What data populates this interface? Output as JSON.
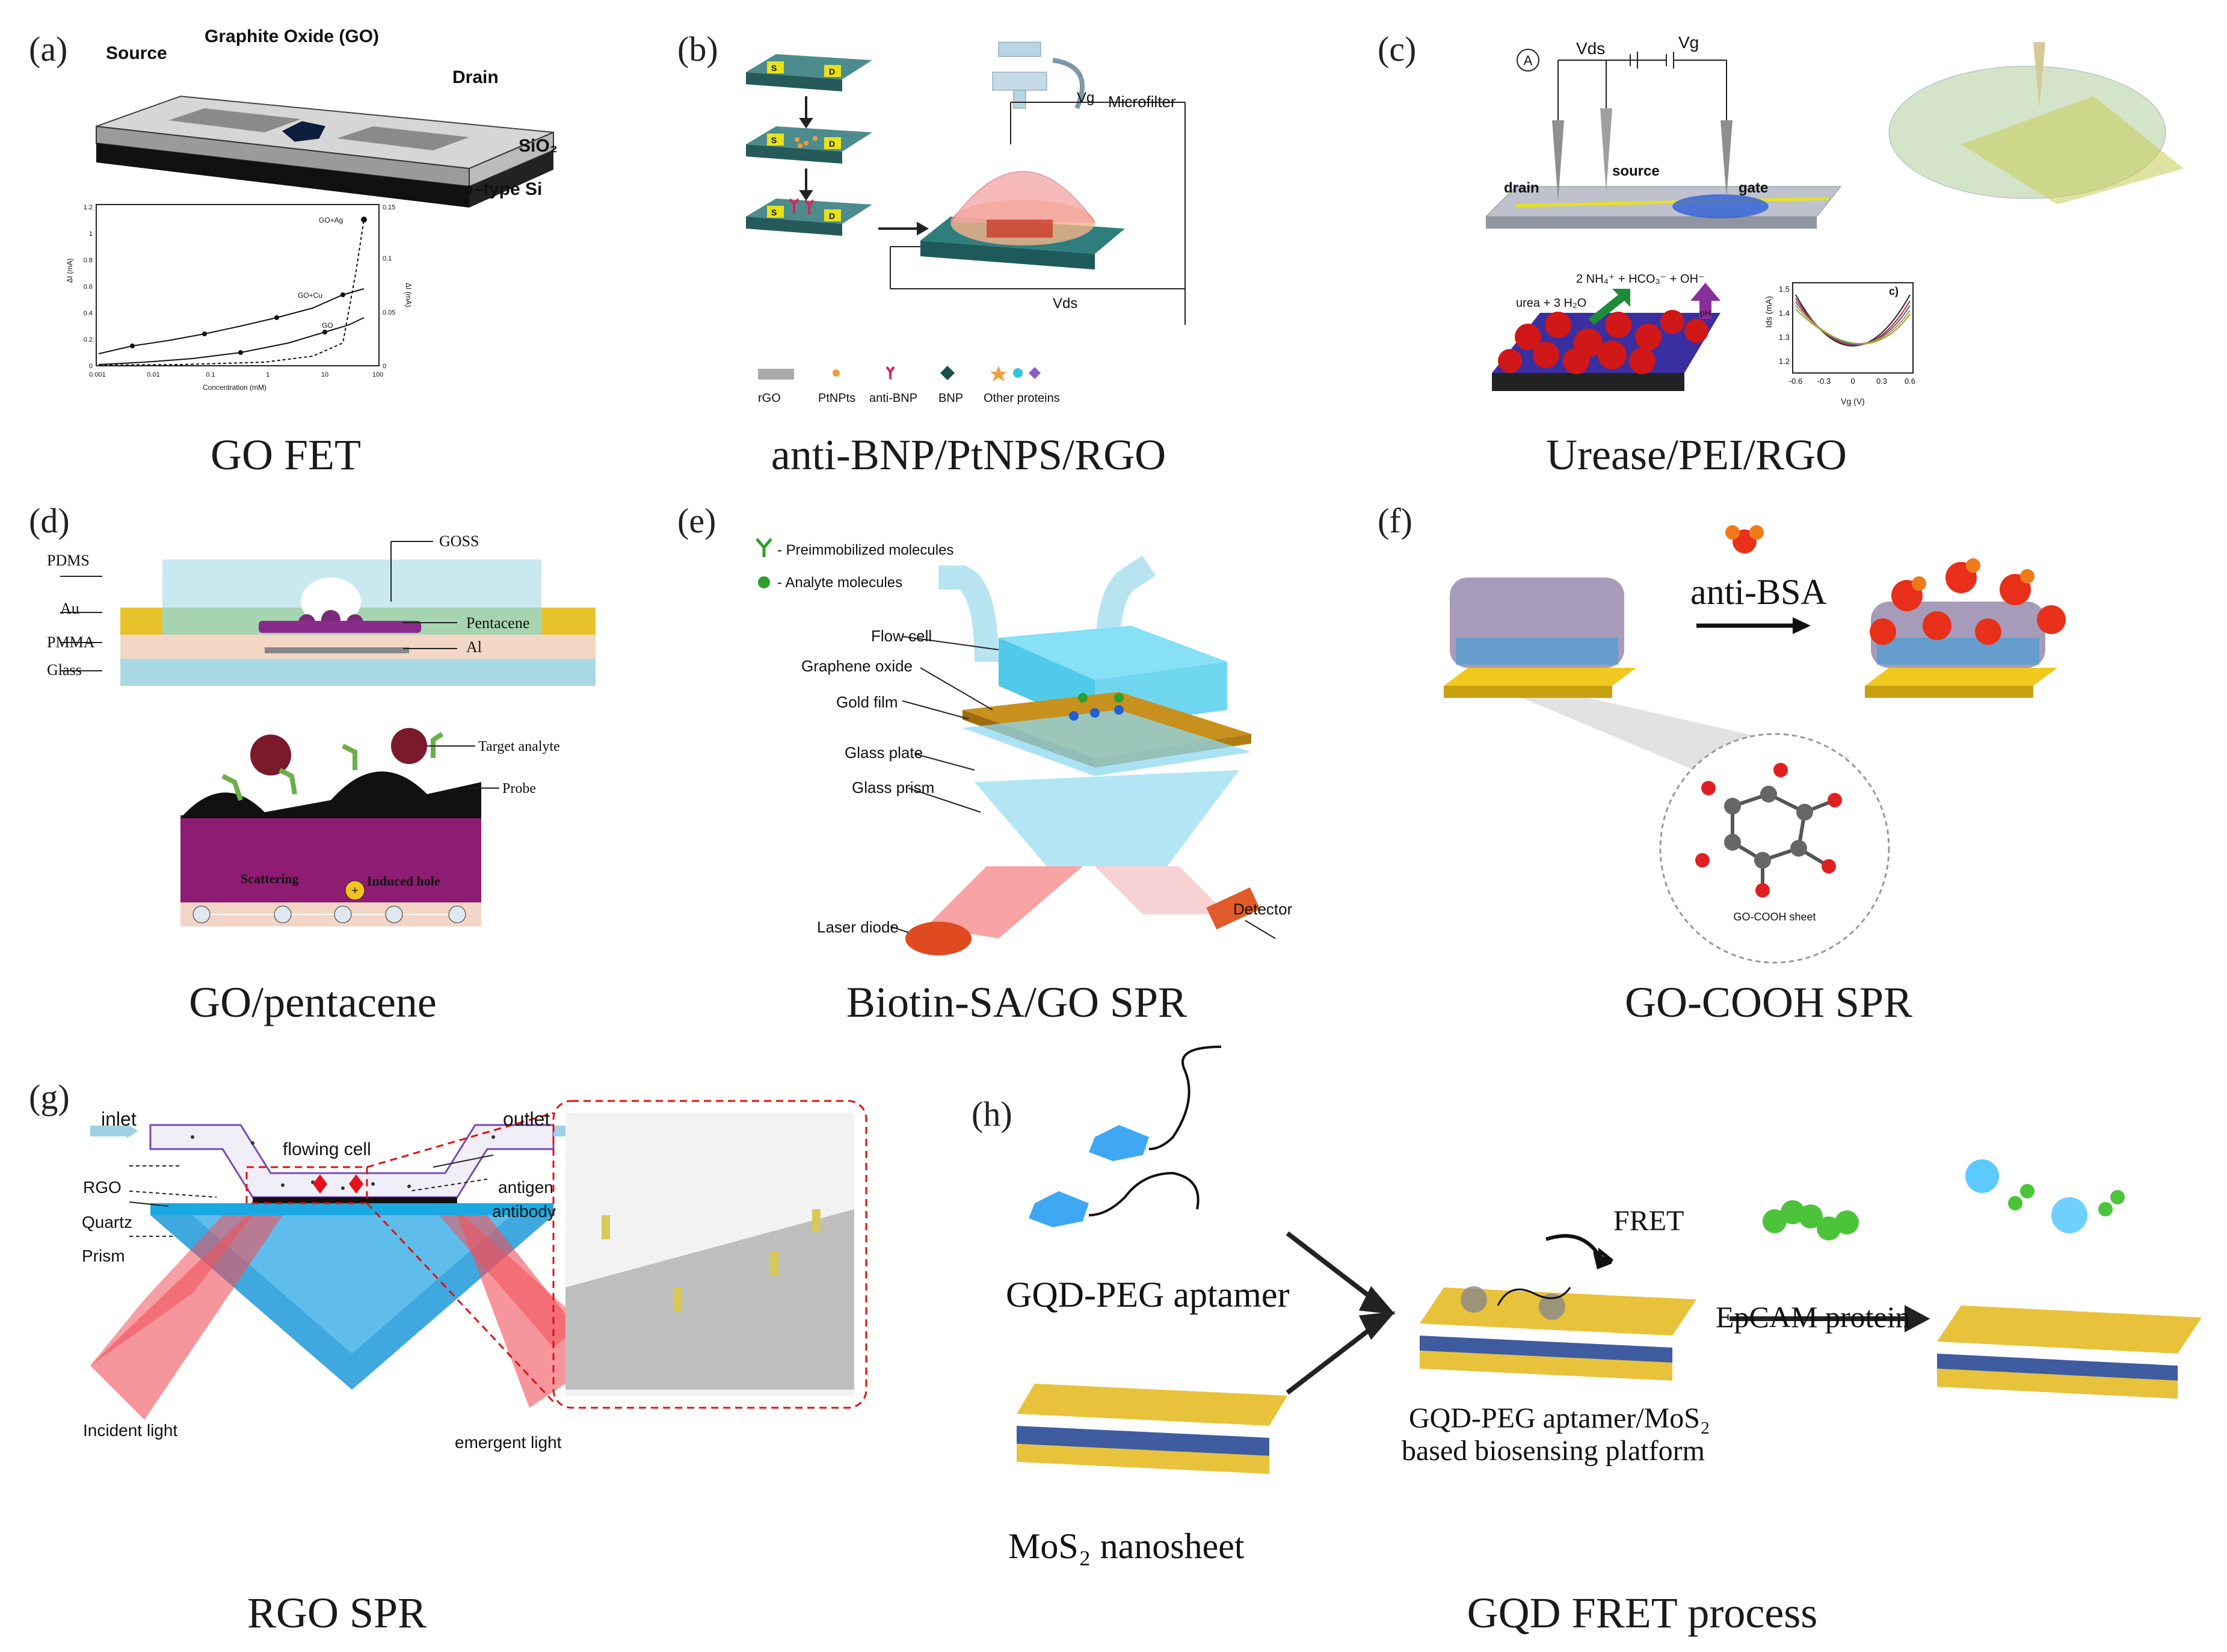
{
  "panels": {
    "a": {
      "tag": "(a)",
      "caption": "GO FET",
      "labels": {
        "source": "Source",
        "go": "Graphite Oxide (GO)",
        "drain": "Drain",
        "sio2": "SiO₂",
        "psi": "p–type Si"
      },
      "plot": {
        "xlabel": "Concentration (mM)",
        "ylabel": "ΔI (mA)",
        "ylabel2": "ΔI (mA)",
        "xticks": [
          "0.001",
          "0.01",
          "0.1",
          "1",
          "10",
          "100"
        ],
        "yticks": [
          "0",
          "0.2",
          "0.4",
          "0.6",
          "0.8",
          "1",
          "1.2"
        ],
        "y2ticks": [
          "0",
          "0.05",
          "0.1",
          "0.15"
        ],
        "curves": [
          "GO+Ag",
          "GO+Cu",
          "GO"
        ]
      }
    },
    "b": {
      "tag": "(b)",
      "caption": "anti-BNP/PtNPS/RGO",
      "labels": {
        "s": "S",
        "d": "D",
        "microfilter": "Microfilter",
        "vg": "Vg",
        "vds": "Vds"
      },
      "legend": [
        "rGO",
        "PtNPts",
        "anti-BNP",
        "BNP",
        "Other proteins"
      ]
    },
    "c": {
      "tag": "(c)",
      "caption": "Urease/PEI/RGO",
      "labels": {
        "vds": "Vds",
        "vg": "Vg",
        "a": "A",
        "drain": "drain",
        "source": "source",
        "gate": "gate",
        "reaction1": "2 NH₄⁺ + HCO₃⁻ + OH⁻",
        "reaction2": "urea + 3 H₂O",
        "ph": "pH",
        "inset": "c)",
        "ixlabel": "Vg (V)",
        "iylabel": "Ids (mA)"
      },
      "inset_xticks": [
        "-0.6",
        "-0.3",
        "0",
        "0.3",
        "0.6"
      ],
      "inset_yticks": [
        "1.2",
        "1.3",
        "1.4",
        "1.5"
      ]
    },
    "d": {
      "tag": "(d)",
      "caption": "GO/pentacene",
      "labels": {
        "goss": "GOSS",
        "pdms": "PDMS",
        "au": "Au",
        "pentacene": "Pentacene",
        "pmma": "PMMA",
        "al": "Al",
        "glass": "Glass",
        "target": "Target analyte",
        "probe": "Probe",
        "scattering": "Scattering",
        "hole": "Induced hole"
      }
    },
    "e": {
      "tag": "(e)",
      "caption": "Biotin-SA/GO SPR",
      "legend": [
        "- Preimmobilized molecules",
        "- Analyte molecules"
      ],
      "labels": {
        "flowcell": "Flow cell",
        "go": "Graphene oxide",
        "gold": "Gold film",
        "plate": "Glass plate",
        "prism": "Glass prism",
        "laser": "Laser diode",
        "detector": "Detector"
      }
    },
    "f": {
      "tag": "(f)",
      "caption": "GO-COOH SPR",
      "labels": {
        "antibsa": "anti-BSA",
        "sheet": "GO-COOH sheet"
      }
    },
    "g": {
      "tag": "(g)",
      "caption": "RGO SPR",
      "labels": {
        "inlet": "inlet",
        "outlet": "outlet",
        "cell": "flowing cell",
        "rgo": "RGO",
        "antigen": "antigen",
        "antibody": "antibody",
        "quartz": "Quartz",
        "prism": "Prism",
        "incident": "Incident light",
        "emergent": "emergent light"
      }
    },
    "h": {
      "tag": "(h)",
      "caption": "GQD  FRET process",
      "labels": {
        "aptamer": "GQD-PEG aptamer",
        "mos2": "MoS₂ nanosheet",
        "fret": "FRET",
        "epcam": "EpCAM protein",
        "platform1": "GQD-PEG aptamer/MoS₂",
        "platform2": "based biosensing platform"
      }
    }
  },
  "colors": {
    "chip": "#2f6e6e",
    "electrode": "#e8e21a",
    "gold": "#e3b52a",
    "mos2blue": "#1d3f8f",
    "laser": "#f0505a",
    "prism": "#8fd8f0"
  }
}
